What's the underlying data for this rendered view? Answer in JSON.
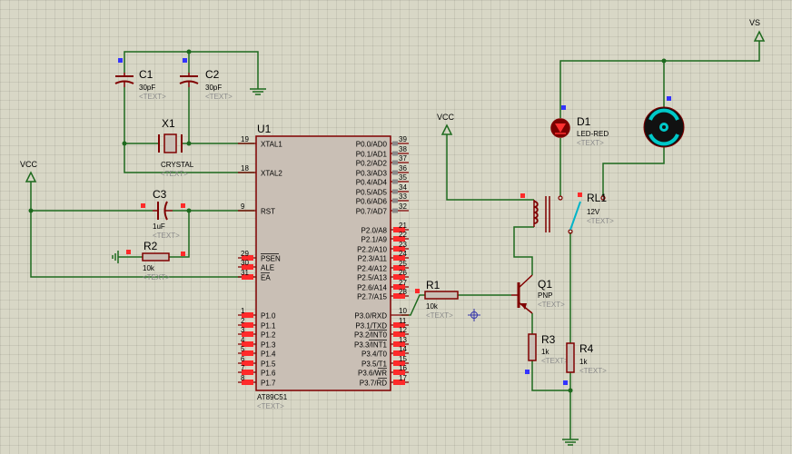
{
  "components": {
    "c1": {
      "ref": "C1",
      "value": "30pF",
      "text": "<TEXT>"
    },
    "c2": {
      "ref": "C2",
      "value": "30pF",
      "text": "<TEXT>"
    },
    "x1": {
      "ref": "X1",
      "value": "CRYSTAL",
      "text": "<TEXT>"
    },
    "c3": {
      "ref": "C3",
      "value": "1uF",
      "text": "<TEXT>"
    },
    "r2": {
      "ref": "R2",
      "value": "10k",
      "text": "<TEXT>"
    },
    "u1": {
      "ref": "U1",
      "value": "AT89C51",
      "text": "<TEXT>"
    },
    "r1": {
      "ref": "R1",
      "value": "10k",
      "text": "<TEXT>"
    },
    "q1": {
      "ref": "Q1",
      "value": "PNP",
      "text": "<TEXT>"
    },
    "r3": {
      "ref": "R3",
      "value": "1k",
      "text": "<TEXT>"
    },
    "r4": {
      "ref": "R4",
      "value": "1k",
      "text": "<TEXT>"
    },
    "d1": {
      "ref": "D1",
      "value": "LED-RED",
      "text": "<TEXT>"
    },
    "rl1": {
      "ref": "RL1",
      "value": "12V",
      "text": "<TEXT>"
    }
  },
  "power": {
    "vcc_left": "VCC",
    "vcc_mid": "VCC",
    "vs": "VS"
  },
  "pins_left": [
    {
      "num": "19",
      "name": "XTAL1"
    },
    {
      "num": "18",
      "name": "XTAL2"
    },
    {
      "num": "9",
      "name": "RST"
    },
    {
      "num": "29",
      "name": "PSEN"
    },
    {
      "num": "30",
      "name": "ALE"
    },
    {
      "num": "31",
      "name": "EA"
    },
    {
      "num": "1",
      "name": "P1.0"
    },
    {
      "num": "2",
      "name": "P1.1"
    },
    {
      "num": "3",
      "name": "P1.2"
    },
    {
      "num": "4",
      "name": "P1.3"
    },
    {
      "num": "5",
      "name": "P1.4"
    },
    {
      "num": "6",
      "name": "P1.5"
    },
    {
      "num": "7",
      "name": "P1.6"
    },
    {
      "num": "8",
      "name": "P1.7"
    }
  ],
  "pins_right": [
    {
      "num": "39",
      "name": "P0.0/AD0"
    },
    {
      "num": "38",
      "name": "P0.1/AD1"
    },
    {
      "num": "37",
      "name": "P0.2/AD2"
    },
    {
      "num": "36",
      "name": "P0.3/AD3"
    },
    {
      "num": "35",
      "name": "P0.4/AD4"
    },
    {
      "num": "34",
      "name": "P0.5/AD5"
    },
    {
      "num": "33",
      "name": "P0.6/AD6"
    },
    {
      "num": "32",
      "name": "P0.7/AD7"
    },
    {
      "num": "21",
      "name": "P2.0/A8"
    },
    {
      "num": "22",
      "name": "P2.1/A9"
    },
    {
      "num": "23",
      "name": "P2.2/A10"
    },
    {
      "num": "24",
      "name": "P2.3/A11"
    },
    {
      "num": "25",
      "name": "P2.4/A12"
    },
    {
      "num": "26",
      "name": "P2.5/A13"
    },
    {
      "num": "27",
      "name": "P2.6/A14"
    },
    {
      "num": "28",
      "name": "P2.7/A15"
    },
    {
      "num": "10",
      "name": "P3.0/RXD"
    },
    {
      "num": "11",
      "name": "P3.1/TXD"
    },
    {
      "num": "12",
      "name": "P3.2/INT0"
    },
    {
      "num": "13",
      "name": "P3.3/INT1"
    },
    {
      "num": "14",
      "name": "P3.4/T0"
    },
    {
      "num": "15",
      "name": "P3.5/T1"
    },
    {
      "num": "16",
      "name": "P3.6/WR"
    },
    {
      "num": "17",
      "name": "P3.7/RD"
    }
  ],
  "colors": {
    "background": "#d8d7c6",
    "wire": "#1e6a1e",
    "component": "#800000",
    "chip_body": "#c9bfb5",
    "text": "#000000",
    "ghost_text": "#8a8a8a",
    "pin_marker_red": "#ff2a2a",
    "pin_marker_blue": "#3333ff"
  }
}
